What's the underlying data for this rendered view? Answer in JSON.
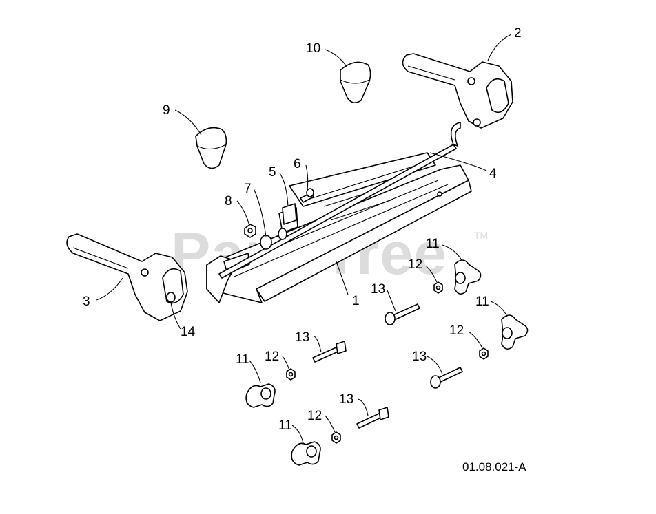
{
  "callouts": {
    "c1": "1",
    "c2": "2",
    "c3": "3",
    "c4": "4",
    "c5": "5",
    "c6": "6",
    "c7": "7",
    "c8": "8",
    "c9": "9",
    "c10": "10",
    "c11a": "11",
    "c11b": "11",
    "c11c": "11",
    "c11d": "11",
    "c12a": "12",
    "c12b": "12",
    "c12c": "12",
    "c12d": "12",
    "c13a": "13",
    "c13b": "13",
    "c13c": "13",
    "c13d": "13",
    "c14": "14"
  },
  "diagram_code": "01.08.021-A",
  "watermark": {
    "text": "PartsTree",
    "tm": "TM"
  }
}
